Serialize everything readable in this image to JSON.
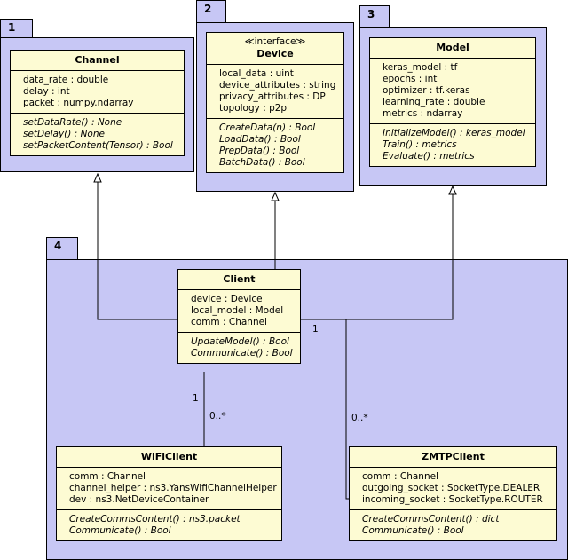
{
  "packages": [
    {
      "label": "1"
    },
    {
      "label": "2"
    },
    {
      "label": "3"
    },
    {
      "label": "4"
    }
  ],
  "classes": {
    "channel": {
      "name": "Channel",
      "attributes": [
        "data_rate : double",
        "delay : int",
        "packet : numpy.ndarray"
      ],
      "operations": [
        "setDataRate() : None",
        "setDelay() : None",
        "setPacketContent(Tensor) : Bool"
      ]
    },
    "device": {
      "stereotype": "≪interface≫",
      "name": "Device",
      "attributes": [
        "local_data : uint",
        "device_attributes : string",
        "privacy_attributes : DP",
        "topology : p2p"
      ],
      "operations": [
        "CreateData(n) : Bool",
        "LoadData() : Bool",
        "PrepData() : Bool",
        "BatchData() : Bool"
      ]
    },
    "model": {
      "name": "Model",
      "attributes": [
        "keras_model : tf",
        "epochs : int",
        "optimizer : tf.keras",
        "learning_rate : double",
        "metrics : ndarray"
      ],
      "operations": [
        "InitializeModel() : keras_model",
        "Train() : metrics",
        "Evaluate() : metrics"
      ]
    },
    "client": {
      "name": "Client",
      "attributes": [
        "device : Device",
        "local_model : Model",
        "comm : Channel"
      ],
      "operations": [
        "UpdateModel() : Bool",
        "Communicate() : Bool"
      ]
    },
    "wificlient": {
      "name": "WiFiClient",
      "attributes": [
        "comm : Channel",
        "channel_helper : ns3.YansWifiChannelHelper",
        "dev : ns3.NetDeviceContainer"
      ],
      "operations": [
        "CreateCommsContent() : ns3.packet",
        "Communicate() : Bool"
      ]
    },
    "zmtpclient": {
      "name": "ZMTPClient",
      "attributes": [
        "comm : Channel",
        "outgoing_socket : SocketType.DEALER",
        "incoming_socket : SocketType.ROUTER"
      ],
      "operations": [
        "CreateCommsContent() : dict",
        "Communicate() : Bool"
      ]
    }
  },
  "multiplicities": {
    "client_wifi_source": "1",
    "client_wifi_target": "0..*",
    "client_zmtp_source": "1",
    "client_zmtp_target": "0..*"
  }
}
